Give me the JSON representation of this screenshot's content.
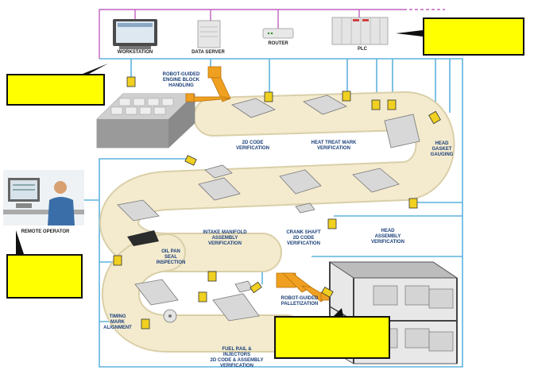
{
  "network": {
    "workstation_label": "WORKSTATION",
    "data_server_label": "DATA SERVER",
    "router_label": "ROUTER",
    "plc_label": "PLC"
  },
  "stations": {
    "robot_block": "ROBOT-GUIDED\nENGINE BLOCK\nHANDLING",
    "code_2d": "2D CODE\nVERIFICATION",
    "heat_treat": "HEAT TREAT MARK\nVERIFICATION",
    "head_gasket": "HEAD\nGASKET\nGAUGING",
    "intake": "INTAKE MANIFOLD\nASSEMBLY\nVERIFICATION",
    "crank": "CRANK SHAFT\n2D CODE\nVERIFICATION",
    "head_assembly": "HEAD\nASSEMBLY\nVERIFICATION",
    "oil_pan": "OIL PAN\nSEAL\nINSPECTION",
    "palletization": "ROBOT-GUIDED\nPALLETIZATION",
    "timing": "TIMING\nMARK\nALIGNMENT",
    "fuel_rail": "FUEL RAIL &\nINJECTORS\n2D CODE & ASSEMBLY\nVERIFICATION"
  },
  "remote_operator_label": "REMOTE OPERATOR",
  "colors": {
    "network_line": "#c060c0",
    "cable": "#5fb3dd",
    "conveyor": "#f4ebcf",
    "robot": "#f0a020",
    "camera": "#f0d020",
    "callout": "#ffff00",
    "label": "#1a3f7a"
  }
}
